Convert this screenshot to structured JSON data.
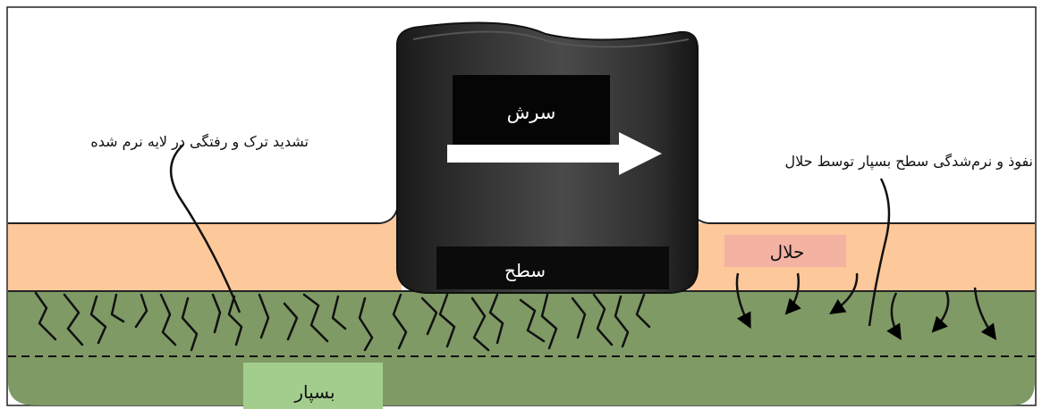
{
  "labels": {
    "left_annotation": "تشدید ترک و رفتگی در لایه نرم شده",
    "right_annotation": "نفوذ و نرم‌شدگی سطح بسپار توسط حلال",
    "shear": "سرش",
    "surface": "سطح",
    "solvent": "حلال",
    "polymer": "بسپار"
  },
  "colors": {
    "solvent_layer": "#fdc89a",
    "polymer_layer": "#7f9a65",
    "solvent_tag": "#f4b2a3",
    "polymer_tag": "#a3cd8c",
    "cylinder": "#2a2a2a",
    "arrow": "#ffffff"
  }
}
